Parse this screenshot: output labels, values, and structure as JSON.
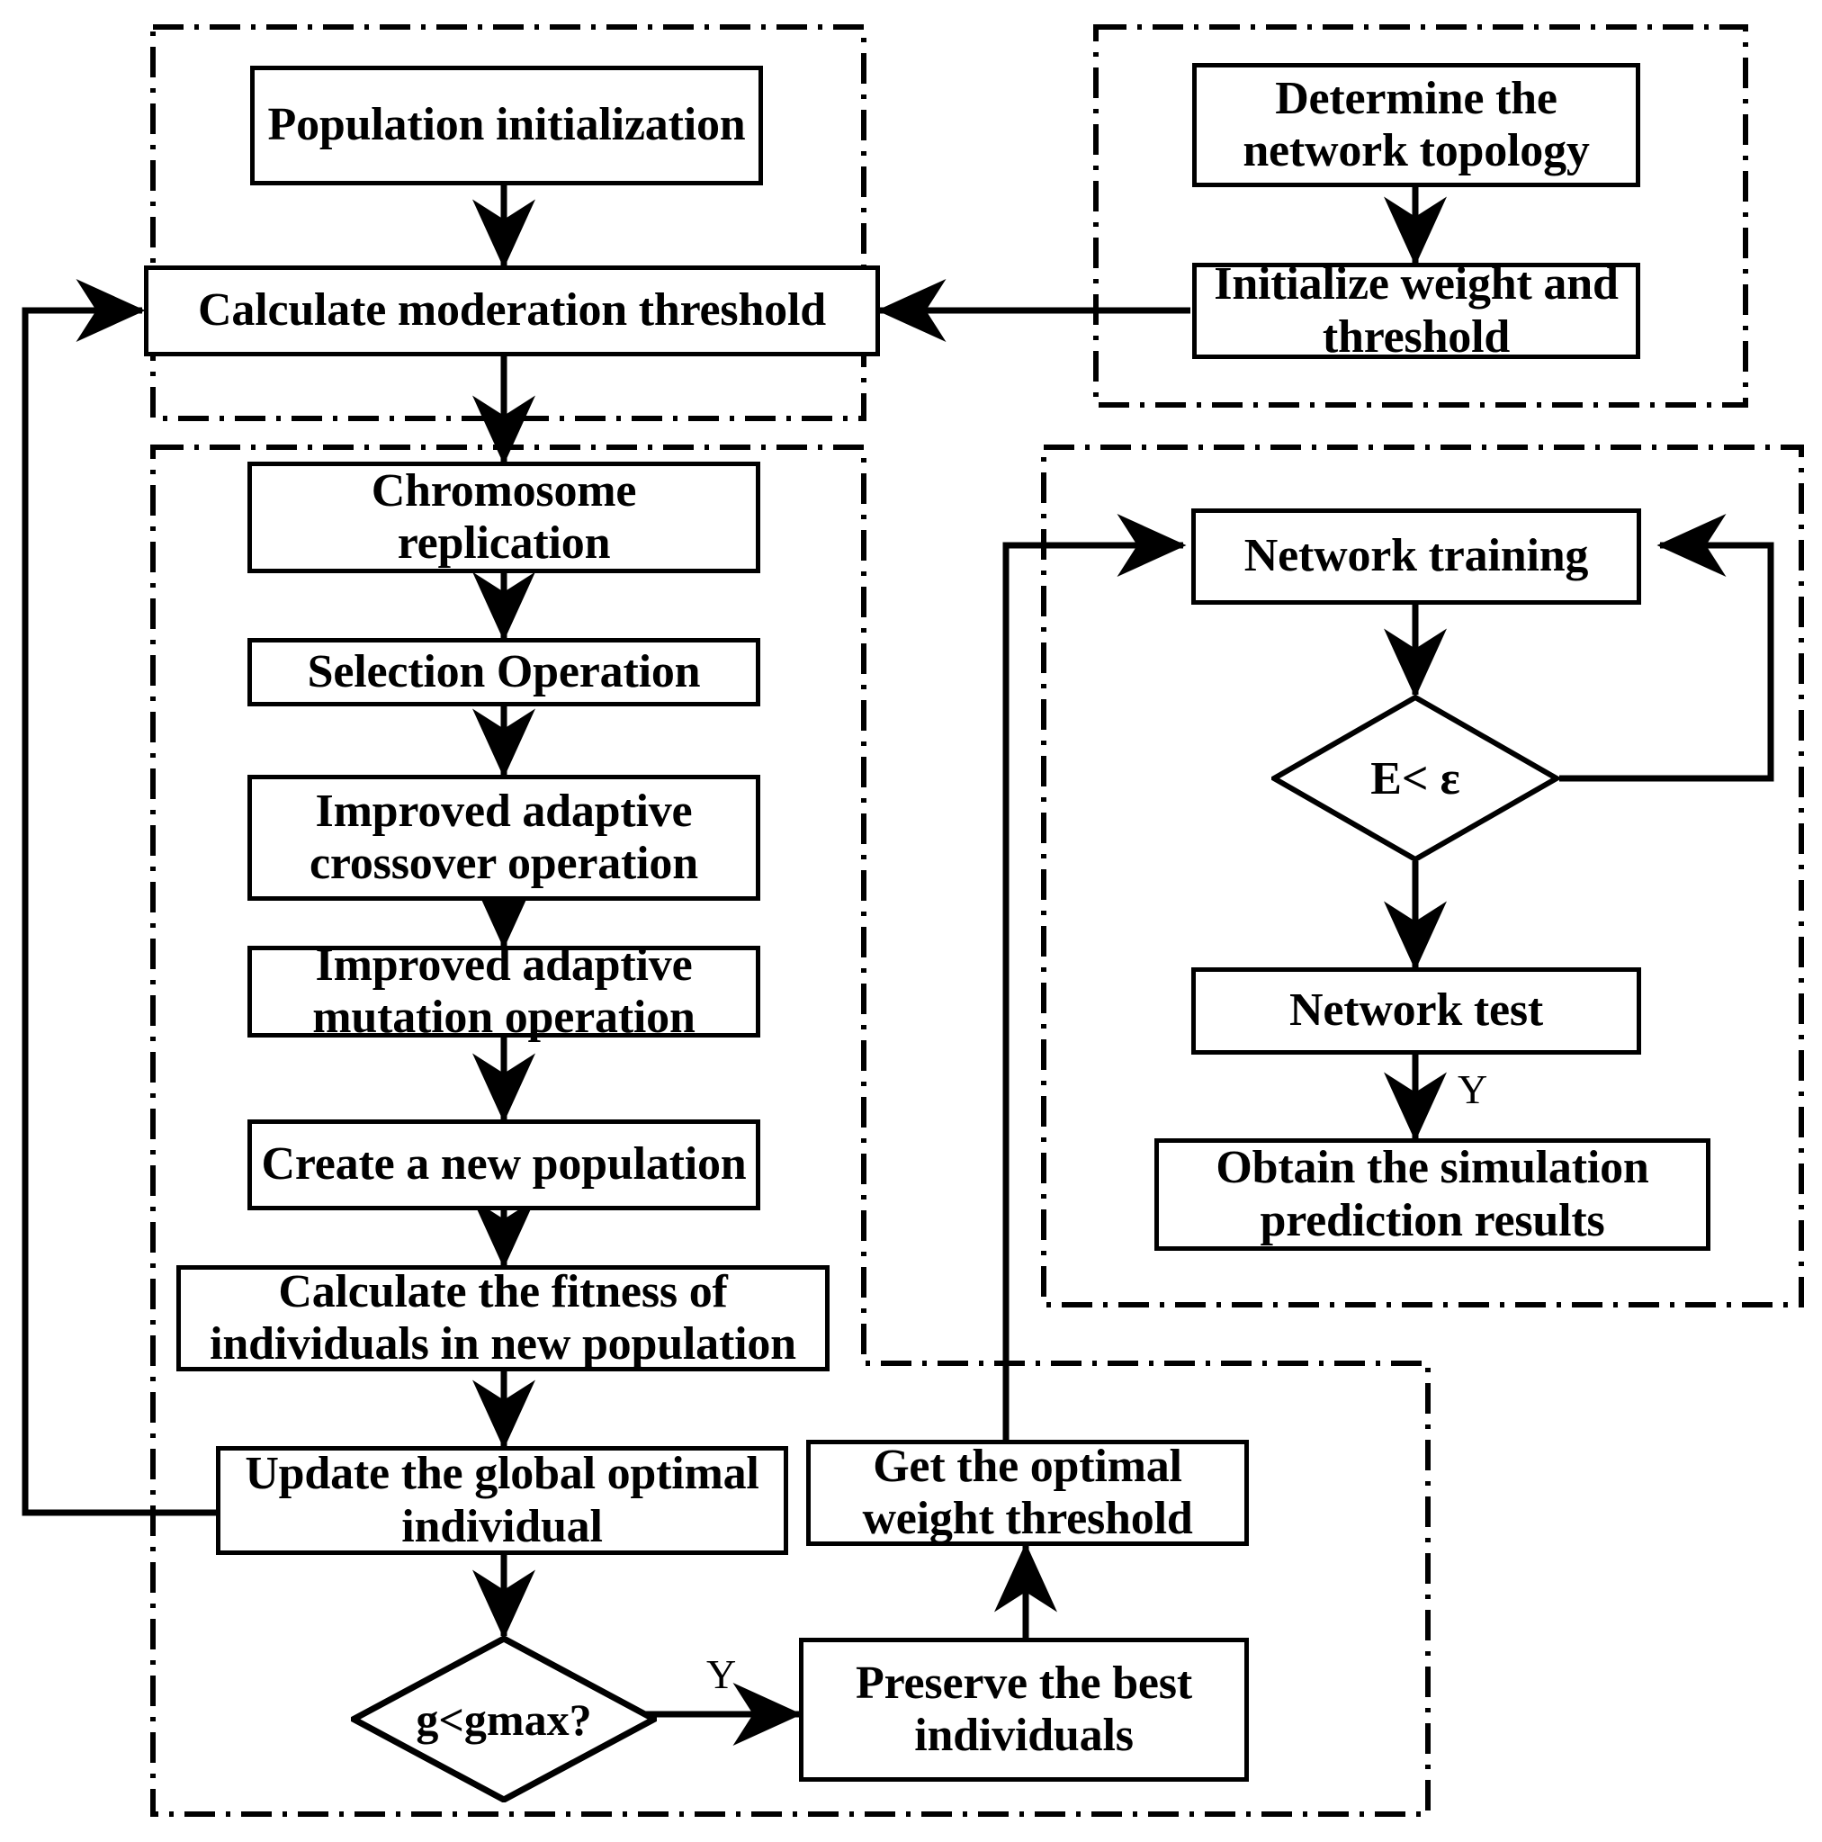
{
  "diagram": {
    "title": "GA-BP neural network prediction flowchart",
    "stroke_color": "#000000",
    "background_color": "#ffffff"
  },
  "panels": [
    {
      "name": "ga-initialization-panel"
    },
    {
      "name": "bp-initialization-panel"
    },
    {
      "name": "ga-evolution-panel"
    },
    {
      "name": "bp-training-panel"
    },
    {
      "name": "ga-termination-panel"
    }
  ],
  "nodes": [
    {
      "id": "population_initialization",
      "label": "Population initialization",
      "shape": "rect"
    },
    {
      "id": "calculate_moderation",
      "label": "Calculate moderation threshold",
      "shape": "rect"
    },
    {
      "id": "determine_topology",
      "label": "Determine the\nnetwork topology",
      "shape": "rect"
    },
    {
      "id": "initialize_weight",
      "label": "Initialize weight and\nthreshold",
      "shape": "rect"
    },
    {
      "id": "chromosome_replication",
      "label": "Chromosome\nreplication",
      "shape": "rect"
    },
    {
      "id": "selection_operation",
      "label": "Selection Operation",
      "shape": "rect"
    },
    {
      "id": "crossover_operation",
      "label": "Improved adaptive\ncrossover operation",
      "shape": "rect"
    },
    {
      "id": "mutation_operation",
      "label": "Improved adaptive\nmutation operation",
      "shape": "rect"
    },
    {
      "id": "create_new_population",
      "label": "Create a new population",
      "shape": "rect"
    },
    {
      "id": "calculate_fitness",
      "label": "Calculate the fitness of\nindividuals in new population",
      "shape": "rect"
    },
    {
      "id": "update_global_optimal",
      "label": "Update the global optimal\nindividual",
      "shape": "rect"
    },
    {
      "id": "gmax_decision",
      "label": "g<gmax?",
      "shape": "diamond"
    },
    {
      "id": "preserve_best",
      "label": "Preserve the best\nindividuals",
      "shape": "rect"
    },
    {
      "id": "get_optimal_weight",
      "label": "Get the optimal\nweight threshold",
      "shape": "rect"
    },
    {
      "id": "network_training",
      "label": "Network training",
      "shape": "rect"
    },
    {
      "id": "error_decision",
      "label": "E< ε",
      "shape": "diamond"
    },
    {
      "id": "network_test",
      "label": "Network test",
      "shape": "rect"
    },
    {
      "id": "obtain_results",
      "label": "Obtain the simulation\nprediction results",
      "shape": "rect"
    }
  ],
  "edge_labels": [
    {
      "id": "gmax_yes",
      "text": "Y"
    },
    {
      "id": "network_yes",
      "text": "Y"
    }
  ],
  "edges": [
    {
      "from": "population_initialization",
      "to": "calculate_moderation",
      "type": "straight-down"
    },
    {
      "from": "determine_topology",
      "to": "initialize_weight",
      "type": "straight-down"
    },
    {
      "from": "initialize_weight",
      "to": "calculate_moderation",
      "type": "straight-left"
    },
    {
      "from": "calculate_moderation",
      "to": "chromosome_replication",
      "type": "straight-down"
    },
    {
      "from": "chromosome_replication",
      "to": "selection_operation",
      "type": "straight-down"
    },
    {
      "from": "selection_operation",
      "to": "crossover_operation",
      "type": "straight-down"
    },
    {
      "from": "crossover_operation",
      "to": "mutation_operation",
      "type": "straight-down"
    },
    {
      "from": "mutation_operation",
      "to": "create_new_population",
      "type": "straight-down"
    },
    {
      "from": "create_new_population",
      "to": "calculate_fitness",
      "type": "straight-down"
    },
    {
      "from": "calculate_fitness",
      "to": "update_global_optimal",
      "type": "straight-down"
    },
    {
      "from": "update_global_optimal",
      "to": "calculate_moderation",
      "type": "loop-left"
    },
    {
      "from": "update_global_optimal",
      "to": "gmax_decision",
      "type": "straight-down"
    },
    {
      "from": "gmax_decision",
      "to": "preserve_best",
      "type": "straight-right",
      "label": "Y"
    },
    {
      "from": "preserve_best",
      "to": "get_optimal_weight",
      "type": "straight-up"
    },
    {
      "from": "get_optimal_weight",
      "to": "network_training",
      "type": "elbow-up-right"
    },
    {
      "from": "network_training",
      "to": "error_decision",
      "type": "straight-down"
    },
    {
      "from": "error_decision",
      "to": "network_training",
      "type": "loop-right"
    },
    {
      "from": "error_decision",
      "to": "network_test",
      "type": "straight-down"
    },
    {
      "from": "network_test",
      "to": "obtain_results",
      "type": "straight-down",
      "label": "Y"
    }
  ]
}
